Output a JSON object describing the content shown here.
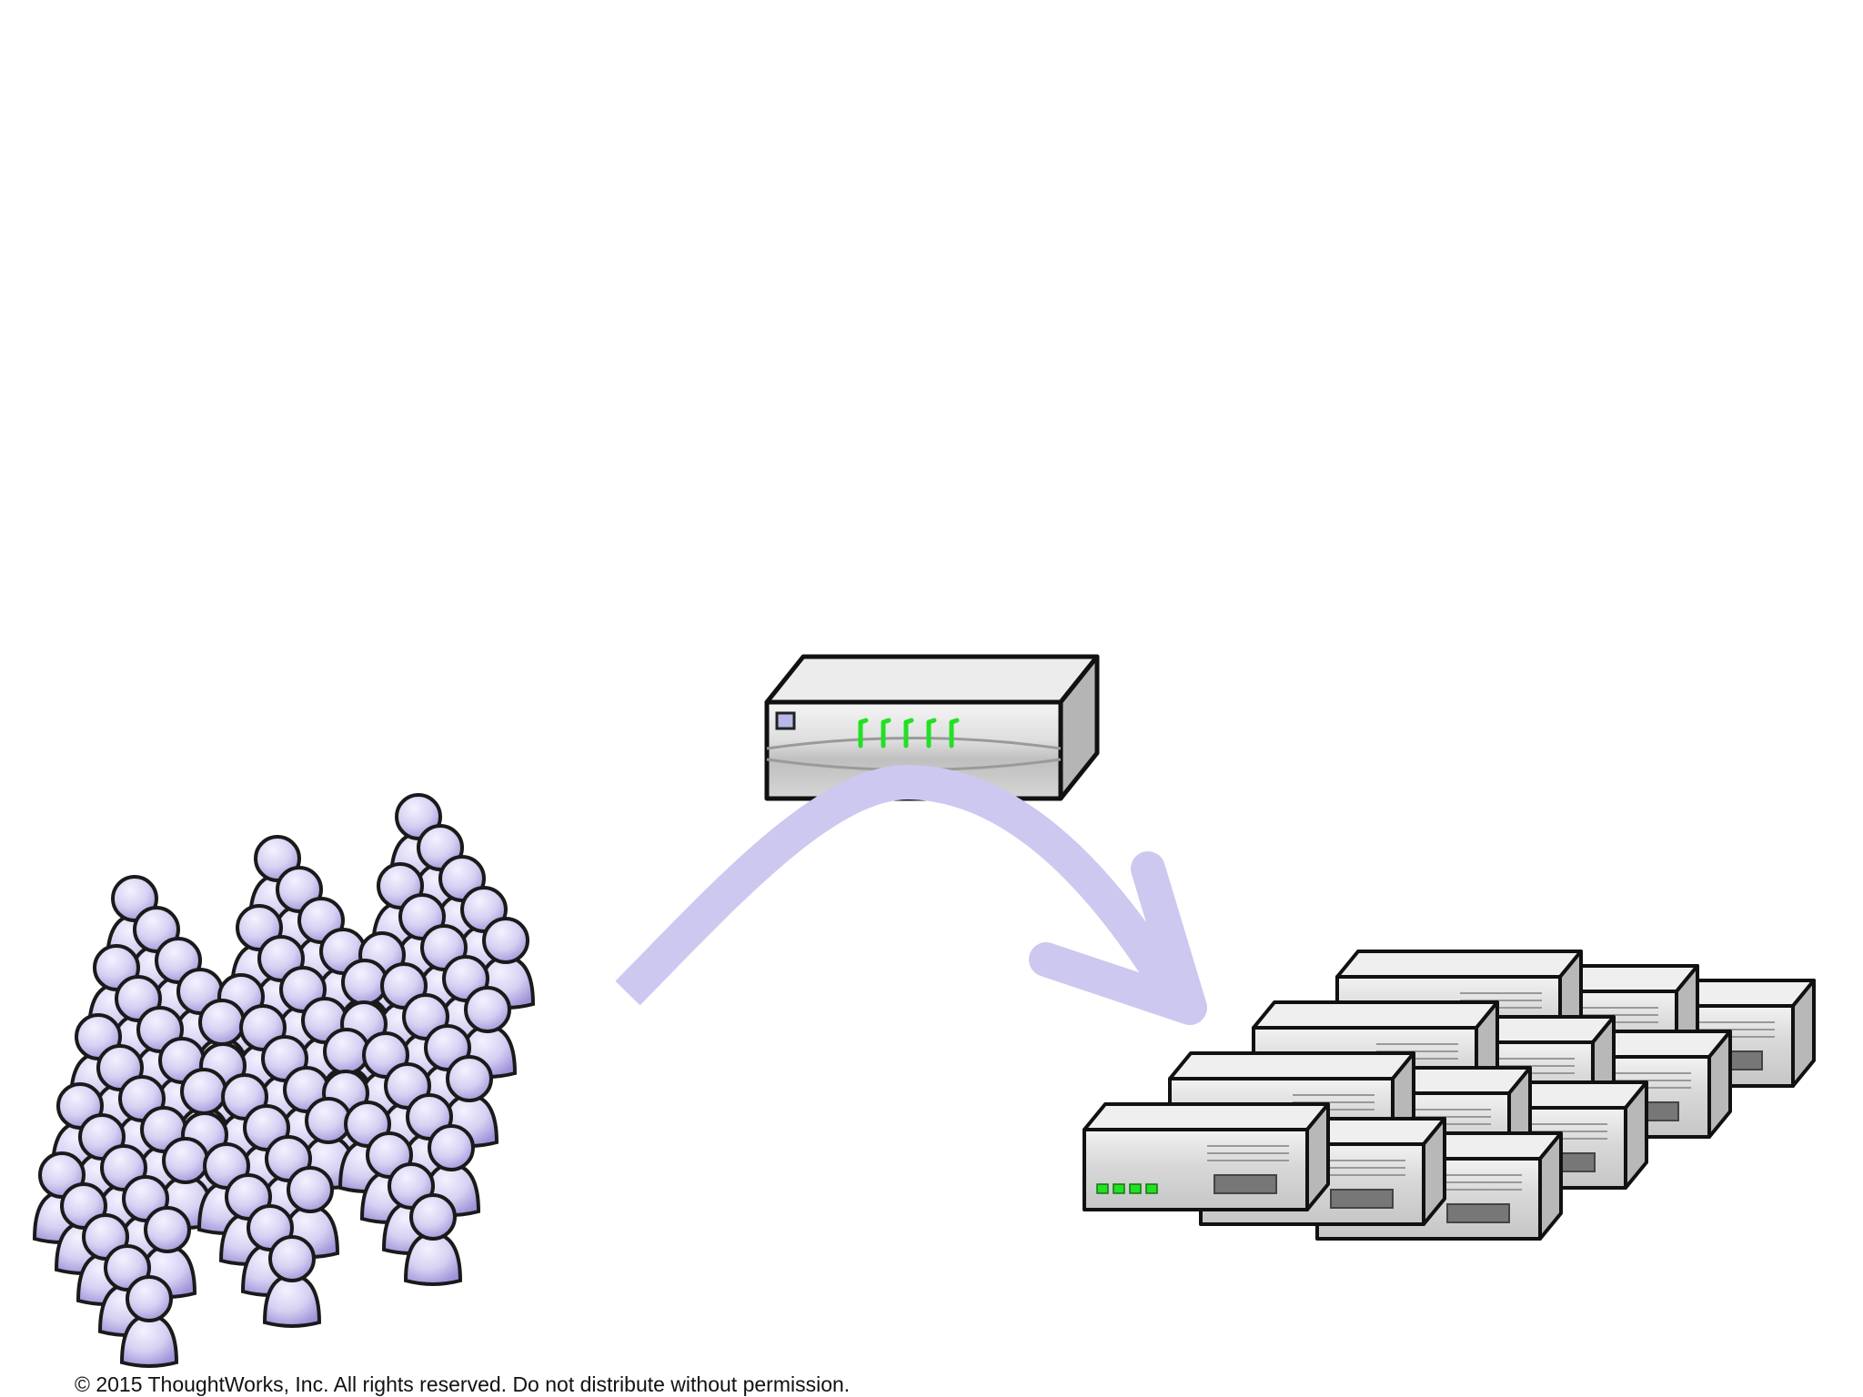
{
  "footer": {
    "copyright": "© 2015 ThoughtWorks, Inc. All rights reserved. Do not distribute without permission."
  },
  "colors": {
    "background": "#ffffff",
    "person_fill": "#d6d0f2",
    "person_shade": "#9f92d8",
    "person_outline": "#1a1a1a",
    "arrow": "#cdc8f0",
    "device_body": "#e4e4e4",
    "device_side": "#b8b8b8",
    "device_outline": "#111111",
    "led_green": "#22e022",
    "slot_dark": "#777777"
  },
  "diagram": {
    "elements": [
      {
        "role": "crowd",
        "icon": "user-icon"
      },
      {
        "role": "load-balancer",
        "icon": "network-device-icon"
      },
      {
        "role": "request-flow",
        "icon": "curved-arrow-icon"
      },
      {
        "role": "server-cluster",
        "icon": "server-icon"
      }
    ]
  }
}
